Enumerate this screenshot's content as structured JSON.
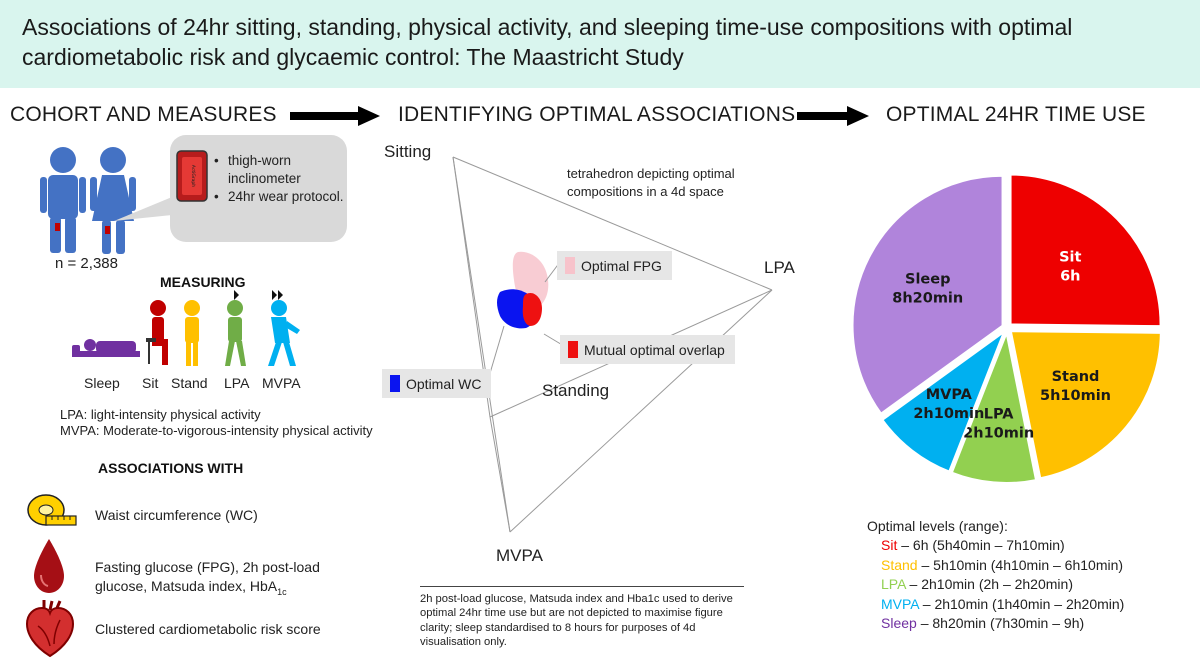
{
  "title": "Associations of 24hr sitting, standing, physical activity, and sleeping time-use compositions with optimal cardiometabolic risk and glycaemic control: The Maastricht Study",
  "sections": {
    "cohort": "COHORT AND MEASURES",
    "identify": "IDENTIFYING OPTIMAL ASSOCIATIONS",
    "optimal": "OPTIMAL 24HR TIME USE"
  },
  "cohort": {
    "device_label": "ActiGraph",
    "bullets": [
      "thigh-worn inclinometer",
      "24hr wear protocol."
    ],
    "n_label": "n = 2,388",
    "measuring_title": "MEASURING",
    "behaviours": [
      "Sleep",
      "Sit",
      "Stand",
      "LPA",
      "MVPA"
    ],
    "defs": [
      "LPA: light-intensity physical activity",
      "MVPA: Moderate-to-vigorous-intensity physical activity"
    ],
    "assoc_title": "ASSOCIATIONS WITH",
    "assoc": {
      "wc": "Waist circumference (WC)",
      "glucose_main": "Fasting glucose (FPG), 2h post-load glucose, Matsuda index, HbA",
      "glucose_sub": "1c",
      "risk": "Clustered cardiometabolic risk score"
    }
  },
  "tetrahedron": {
    "vertices": {
      "sitting": "Sitting",
      "lpa": "LPA",
      "standing": "Standing",
      "mvpa": "MVPA"
    },
    "caption": "tetrahedron depicting optimal compositions in a 4d space",
    "legend": {
      "fpg": "Optimal FPG",
      "overlap": "Mutual optimal overlap",
      "wc": "Optimal WC"
    },
    "colors": {
      "fpg": "#f7c3cb",
      "overlap": "#ee1111",
      "wc": "#0a14f0"
    },
    "note": "2h post-load glucose, Matsuda index and Hba1c used to derive optimal 24hr time use but are not depicted to maximise figure clarity; sleep standardised to 8 hours for purposes of 4d visualisation only."
  },
  "chart_data": {
    "type": "pie",
    "slices": [
      {
        "name": "Sit",
        "label": "6h",
        "minutes": 360,
        "color": "#ee0000"
      },
      {
        "name": "Stand",
        "label": "5h10min",
        "minutes": 310,
        "color": "#ffc000"
      },
      {
        "name": "LPA",
        "label": "2h10min",
        "minutes": 130,
        "color": "#92d050"
      },
      {
        "name": "MVPA",
        "label": "2h10min",
        "minutes": 130,
        "color": "#00b0f0"
      },
      {
        "name": "Sleep",
        "label": "8h20min",
        "minutes": 500,
        "color": "#b084db"
      }
    ]
  },
  "levels": {
    "title": "Optimal levels (range):",
    "rows": [
      {
        "name": "Sit",
        "text": " – 6h (5h40min – 7h10min)",
        "color": "#ee0000"
      },
      {
        "name": "Stand",
        "text": " – 5h10min (4h10min – 6h10min)",
        "color": "#ffc000"
      },
      {
        "name": "LPA",
        "text": " – 2h10min (2h – 2h20min)",
        "color": "#92d050"
      },
      {
        "name": "MVPA",
        "text": " – 2h10min (1h40min – 2h20min)",
        "color": "#00b0f0"
      },
      {
        "name": "Sleep",
        "text": " – 8h20min (7h30min – 9h)",
        "color": "#7030a0"
      }
    ]
  }
}
